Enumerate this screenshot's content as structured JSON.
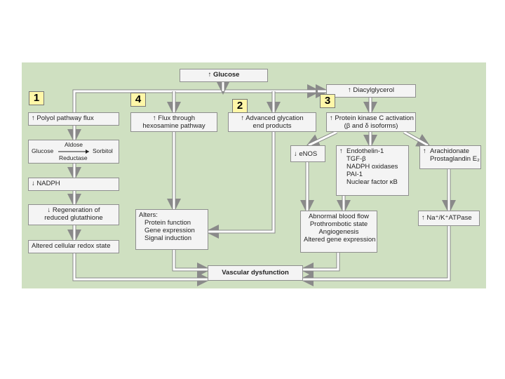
{
  "badges": {
    "b1": "1",
    "b4": "4",
    "b2": "2",
    "b3": "3"
  },
  "boxes": {
    "glucose": "↑ Glucose",
    "diacylglycerol": "↑ Diacylglycerol",
    "polyol": "↑ Polyol pathway flux",
    "hexosamine": [
      "↑ Flux through",
      "hexosamine pathway"
    ],
    "age": [
      "↑ Advanced glycation",
      "end products"
    ],
    "pkc": [
      "↑ Protein kinase C activation",
      "(β and δ isoforms)"
    ],
    "aldose": {
      "left": "Glucose",
      "top": "Aldose",
      "bottom": "Reductase",
      "right": "Sorbitol"
    },
    "enos": "↓ eNOS",
    "endothelin": [
      "Endothelin-1",
      "TGF-β",
      "NADPH oxidases",
      "PAI-1",
      "Nuclear factor κB"
    ],
    "endothelin_arrow": "↑",
    "arachidonate": [
      "Arachidonate",
      "Prostaglandin E₂"
    ],
    "arachidonate_arrow": "↑",
    "nadph": "↓ NADPH",
    "glutathione": [
      "↓ Regeneration of",
      "reduced glutathione"
    ],
    "redox": "Altered cellular redox state",
    "alters": [
      "Alters:",
      "Protein function",
      "Gene expression",
      "Signal induction"
    ],
    "bloodflow": [
      "Abnormal blood flow",
      "Prothrombotic state",
      "Angiogenesis",
      "Altered gene expression"
    ],
    "atpase": "↑ Na⁺/K⁺ATPase",
    "vascular": "Vascular dysfunction"
  },
  "colors": {
    "panel": "#cfe0c1",
    "box_fill": "#f4f4f4",
    "box_border": "#8e8e8e",
    "arrow": "#ffffff",
    "arrow_outline": "#8a8a8a",
    "badge_fill": "#fff7a8"
  }
}
